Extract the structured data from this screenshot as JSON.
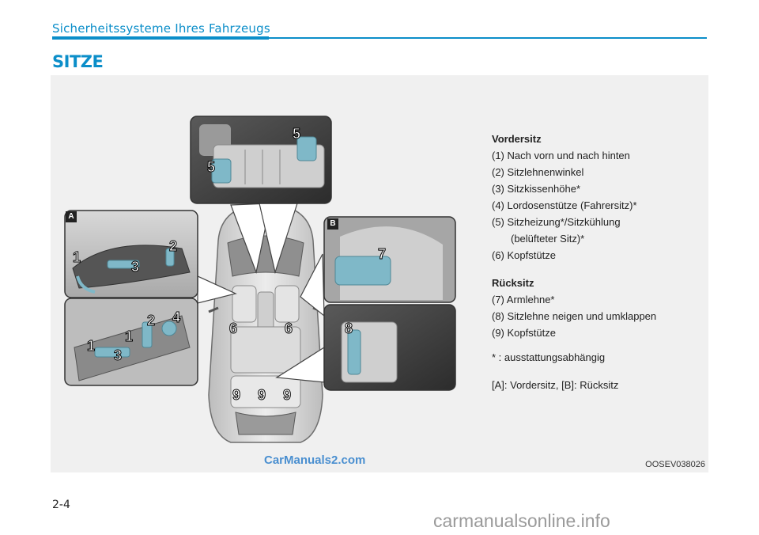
{
  "header": {
    "title": "Sicherheitssysteme Ihres Fahrzeugs"
  },
  "section": {
    "title": "SITZE"
  },
  "figure": {
    "callouts": {
      "view_a": "A",
      "view_b": "B",
      "a_top": [
        "1",
        "2",
        "3"
      ],
      "a_bottom": [
        "1",
        "2",
        "3",
        "4",
        "1"
      ],
      "console": [
        "5",
        "5"
      ],
      "b_top": "7",
      "b_bottom": "8",
      "car": [
        "6",
        "6",
        "9",
        "9",
        "9"
      ]
    },
    "watermark": "CarManuals2.com",
    "code": "OOSEV038026"
  },
  "legend": {
    "front_heading": "Vordersitz",
    "front_items": [
      "(1) Nach vorn und nach hinten",
      "(2) Sitzlehnenwinkel",
      "(3) Sitzkissenhöhe*",
      "(4) Lordosenstütze (Fahrersitz)*",
      "(5) Sitzheizung*/Sitzkühlung",
      "(belüfteter Sitz)*",
      "(6) Kopfstütze"
    ],
    "rear_heading": "Rücksitz",
    "rear_items": [
      "(7) Armlehne*",
      "(8) Sitzlehne neigen und umklappen",
      "(9) Kopfstütze"
    ],
    "note": "* : ausstattungsabhängig",
    "key": "[A]: Vordersitz, [B]: Rücksitz"
  },
  "footer": {
    "page_number": "2-4",
    "site_watermark": "carmanualsonline.info"
  },
  "colors": {
    "accent": "#0b8ec9",
    "highlight": "#7fb8c8",
    "figure_bg": "#f0f0f0"
  }
}
